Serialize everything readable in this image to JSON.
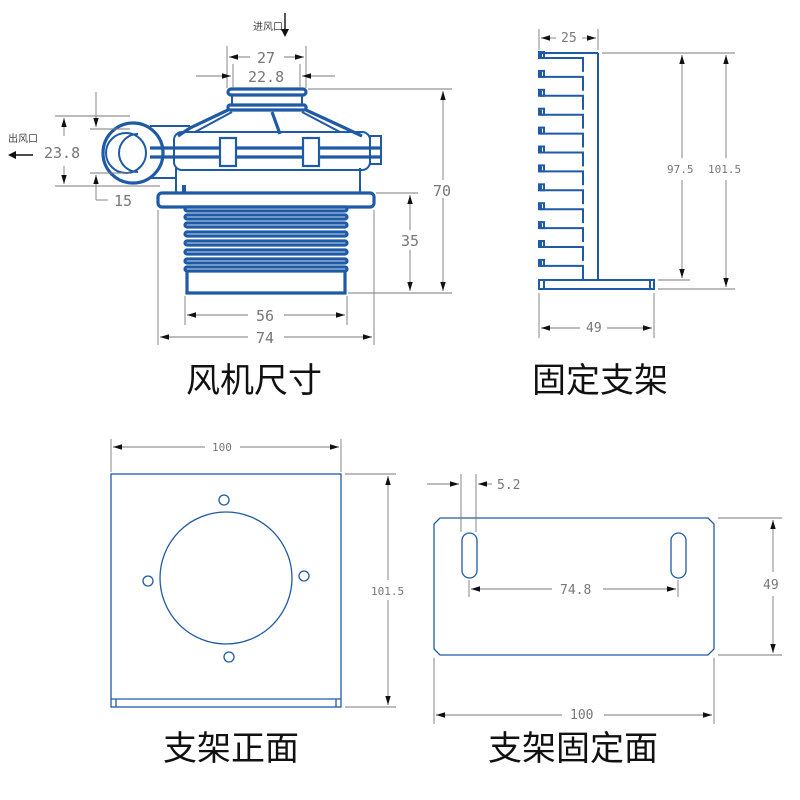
{
  "colors": {
    "part_outline": "#1f5aa6",
    "dimension_line": "#7a7a7a",
    "dimension_text": "#777777",
    "caption_text": "#111111"
  },
  "panels": {
    "fan": {
      "caption": "风机尺寸",
      "inlet_label": "进风口",
      "outlet_label": "出风口",
      "dims": {
        "inlet_outer": "27",
        "inlet_inner": "22.8",
        "outlet_diameter": "23.8",
        "outlet_offset": "15",
        "total_height": "70",
        "base_height": "35",
        "base_width": "56",
        "flange_width": "74"
      }
    },
    "bracket_side": {
      "caption": "固定支架",
      "dims": {
        "fin_depth": "25",
        "inner_height": "97.5",
        "outer_height": "101.5",
        "base_width": "49"
      }
    },
    "bracket_front": {
      "caption": "支架正面",
      "dims": {
        "width": "100",
        "height": "101.5"
      }
    },
    "bracket_mount": {
      "caption": "支架固定面",
      "dims": {
        "slot_width": "5.2",
        "slot_spacing": "74.8",
        "height": "49",
        "width": "100"
      }
    }
  }
}
